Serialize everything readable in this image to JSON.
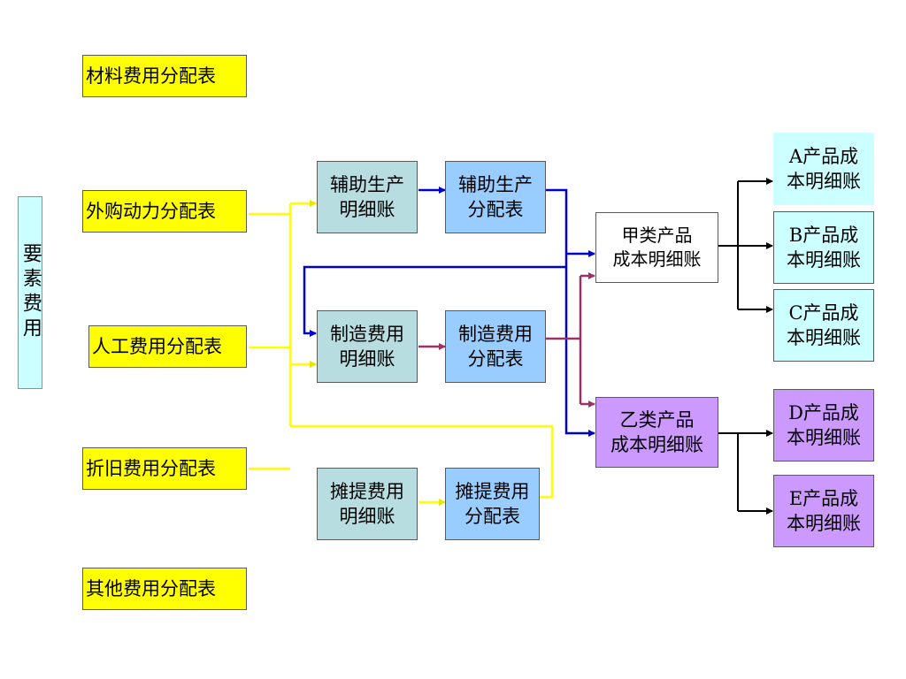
{
  "diagram": {
    "element_costs": "要素费用",
    "allocations": {
      "material": "材料费用分配表",
      "power": "外购动力分配表",
      "labor": "人工费用分配表",
      "depreciation": "折旧费用分配表",
      "other": "其他费用分配表"
    },
    "aux_detail": "辅助生产\n明细账",
    "aux_alloc": "辅助生产\n分配表",
    "mfg_detail": "制造费用\n明细账",
    "mfg_alloc": "制造费用\n分配表",
    "accrual_detail": "摊提费用\n明细账",
    "accrual_alloc": "摊提费用\n分配表",
    "class_a": "甲类产品\n成本明细账",
    "class_b": "乙类产品\n成本明细账",
    "products": {
      "a": "A产品成\n本明细账",
      "b": "B产品成\n本明细账",
      "c": "C产品成\n本明细账",
      "d": "D产品成\n本明细账",
      "e": "E产品成\n本明细账"
    }
  },
  "colors": {
    "yellow_line": "#ffff00",
    "blue_line": "#0000cc",
    "maroon_line": "#993366",
    "black_line": "#000000"
  }
}
